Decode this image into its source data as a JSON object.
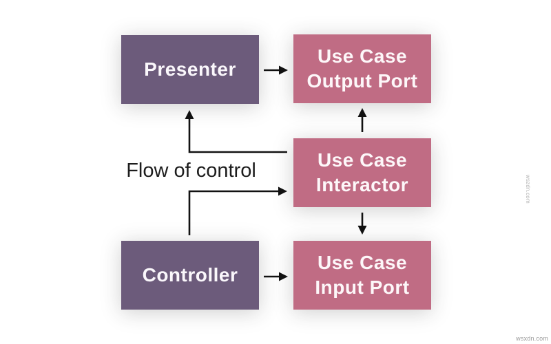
{
  "canvas": {
    "background": "#ffffff"
  },
  "diagram": {
    "annotation": {
      "label": "Flow of control"
    },
    "nodes": [
      {
        "id": "presenter",
        "lines": [
          "Presenter"
        ],
        "color": "#6C5B7B",
        "text_color": "#faf7fb"
      },
      {
        "id": "use-case-output-port",
        "lines": [
          "Use Case",
          "Output Port"
        ],
        "color": "#C06C84",
        "text_color": "#fdf7f9"
      },
      {
        "id": "use-case-interactor",
        "lines": [
          "Use Case",
          "Interactor"
        ],
        "color": "#C06C84",
        "text_color": "#fdf7f9"
      },
      {
        "id": "controller",
        "lines": [
          "Controller"
        ],
        "color": "#6C5B7B",
        "text_color": "#faf7fb"
      },
      {
        "id": "use-case-input-port",
        "lines": [
          "Use Case",
          "Input Port"
        ],
        "color": "#C06C84",
        "text_color": "#fdf7f9"
      }
    ],
    "edges": [
      {
        "from": "presenter",
        "to": "use-case-output-port",
        "style": "straight"
      },
      {
        "from": "use-case-interactor",
        "to": "use-case-output-port",
        "style": "straight"
      },
      {
        "from": "use-case-interactor",
        "to": "presenter",
        "style": "elbow"
      },
      {
        "from": "controller",
        "to": "use-case-interactor",
        "style": "elbow"
      },
      {
        "from": "use-case-interactor",
        "to": "use-case-input-port",
        "style": "straight"
      },
      {
        "from": "controller",
        "to": "use-case-input-port",
        "style": "straight"
      }
    ],
    "edge_color": "#121212"
  },
  "watermarks": {
    "right_vertical": "wszdn.com",
    "bottom_right": "wsxdn.com"
  }
}
